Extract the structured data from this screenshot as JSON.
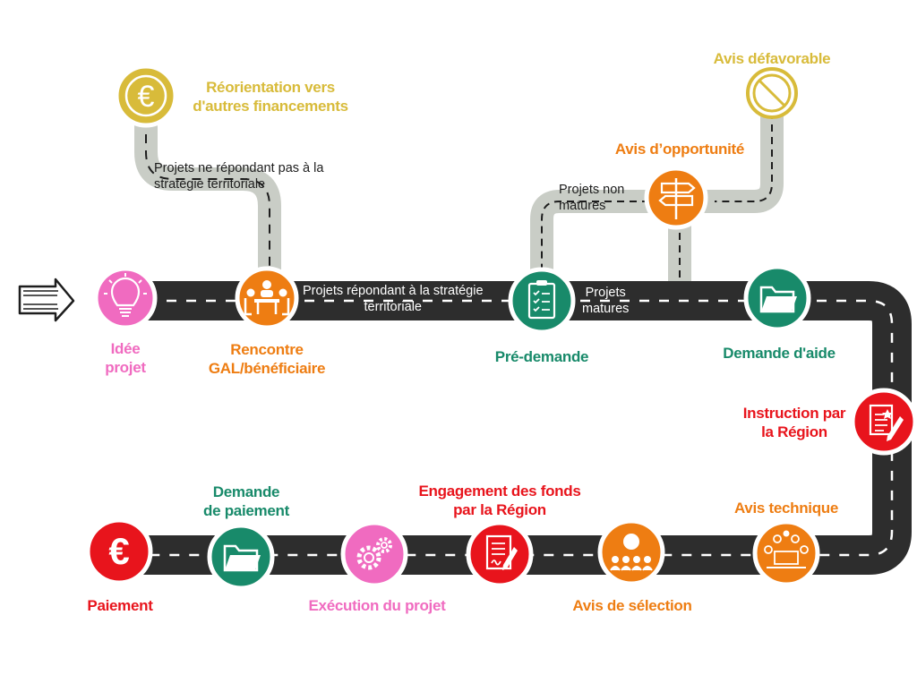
{
  "colors": {
    "pink": "#f06bc0",
    "orange": "#ee7d12",
    "green": "#188a6a",
    "red": "#e8141c",
    "gold": "#d8bb3a",
    "road": "#2d2d2d",
    "side_road": "#c9cdc6"
  },
  "steps": {
    "idee": {
      "label": "Idée\nprojet",
      "icon": "lightbulb-icon"
    },
    "rencontre": {
      "label": "Rencontre\nGAL/bénéficiaire",
      "icon": "meeting-table-icon"
    },
    "predemande": {
      "label": "Pré-demande",
      "icon": "checklist-clipboard-icon"
    },
    "demande_aide": {
      "label": "Demande d'aide",
      "icon": "folder-icon"
    },
    "instruction": {
      "label": "Instruction par\nla Région",
      "icon": "document-pencil-icon"
    },
    "avis_technique": {
      "label": "Avis technique",
      "icon": "committee-icon"
    },
    "avis_selection": {
      "label": "Avis de sélection",
      "icon": "audience-icon"
    },
    "engagement": {
      "label": "Engagement des fonds\npar la Région",
      "icon": "signed-contract-icon"
    },
    "execution": {
      "label": "Exécution du projet",
      "icon": "gears-icon"
    },
    "demande_paiement": {
      "label": "Demande\nde paiement",
      "icon": "folder-icon"
    },
    "paiement": {
      "label": "Paiement",
      "icon": "euro-icon"
    },
    "reorientation": {
      "label": "Réorientation vers\nd'autres financements",
      "icon": "euro-coin-icon"
    },
    "avis_opportunite": {
      "label": "Avis d’opportunité",
      "icon": "signpost-icon"
    },
    "avis_defavorable": {
      "label": "Avis défavorable",
      "icon": "prohibited-icon"
    }
  },
  "road_labels": {
    "non_strategie": "Projets ne répondant pas à la\nstratégie territoriale",
    "strategie": "Projets répondant à la stratégie\nterritoriale",
    "non_matures": "Projets non\nmatures",
    "matures": "Projets\nmatures"
  },
  "start_icon": "arrow-right-icon"
}
